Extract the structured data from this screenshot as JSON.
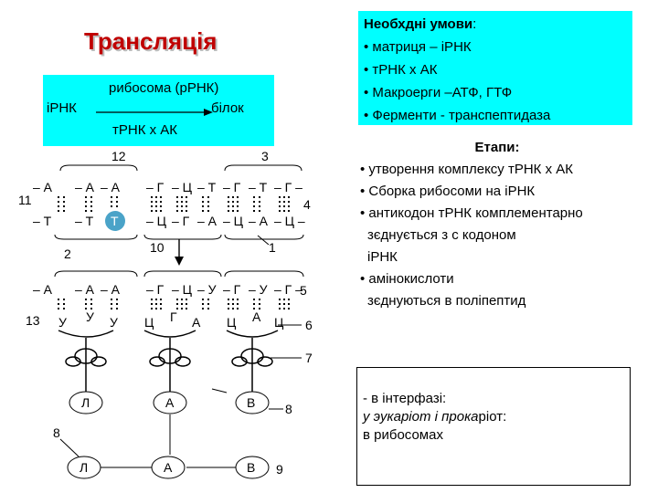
{
  "title": "Трансляція",
  "scheme": {
    "ribosome": "рибосома (рРНК)",
    "irna": "іРНК",
    "protein": "білок",
    "trna_ak": "тРНК х АК"
  },
  "conditions": {
    "header": "Необхдні умови",
    "items": [
      "• матриця – іРНК",
      "• тРНК х АК",
      "• Макроерги –АТФ, ГТФ",
      "• Ферменти - транспептидаза"
    ]
  },
  "stages": {
    "header": "Етапи:",
    "items": [
      "• утворення комплексу  тРНК х АК",
      "• Сборка рибосоми на іРНК",
      "•  антикодон тРНК комплементарно",
      "  зєднується з с кодоном",
      "  іРНК",
      "•  амінокислоти",
      "  зєднуються в поліпептид"
    ]
  },
  "note": {
    "line1": "- в інтерфазі:",
    "line2a": "у эукаріот і",
    "line2b": " прока",
    "line2c": "ріот:",
    "line3": "в рибосомах"
  },
  "diagram": {
    "dna_top": [
      "– А",
      "– А",
      "– А",
      "– Г",
      "– Ц",
      "– Т",
      "– Г",
      "– Т",
      "– Г –"
    ],
    "dna_bottom": [
      "– Т",
      "– Т",
      "Т",
      "– Ц",
      "– Г",
      "– А",
      "– Ц",
      "– А",
      "– Ц –"
    ],
    "mrna": [
      "– А",
      "– А",
      "– А",
      "– Г",
      "– Ц",
      "– У",
      "– Г",
      "– У",
      "– Г –"
    ],
    "anticodon_1": [
      "У",
      "У",
      "У"
    ],
    "anticodon_2": [
      "Ц",
      "Г",
      "А"
    ],
    "anticodon_3": [
      "Ц",
      "А",
      "Ц"
    ],
    "amino_acids_top": [
      "Л",
      "А",
      "В"
    ],
    "amino_acids_bottom": [
      "Л",
      "А",
      "В"
    ],
    "labels": {
      "n1": "1",
      "n2": "2",
      "n3": "3",
      "n4": "4",
      "n5": "5",
      "n6": "6",
      "n7": "7",
      "n8a": "8",
      "n8b": "8",
      "n9": "9",
      "n10": "10",
      "n11": "11",
      "n12": "12",
      "n13": "13"
    },
    "colors": {
      "t_circle": "#4aa3c8",
      "cyan_box": "#00ffff",
      "title": "#c00000"
    }
  }
}
